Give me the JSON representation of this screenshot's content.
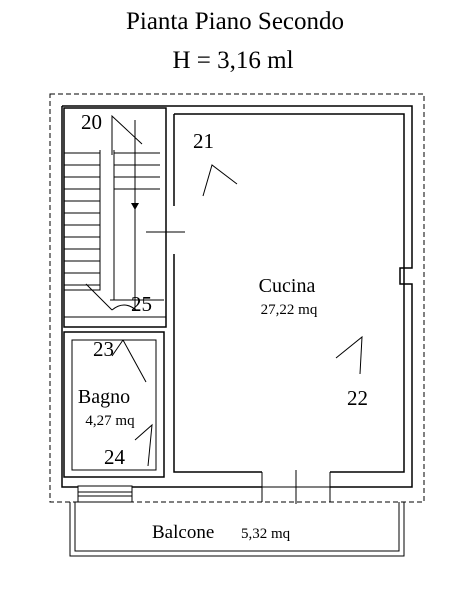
{
  "title": "Pianta Piano Secondo",
  "height_label": "H = 3,16 ml",
  "rooms": {
    "cucina": {
      "name": "Cucina",
      "area": "27,22 mq"
    },
    "bagno": {
      "name": "Bagno",
      "area": "4,27 mq"
    },
    "balcone": {
      "name": "Balcone",
      "area": "5,32 mq"
    }
  },
  "photo_points": [
    "20",
    "21",
    "22",
    "23",
    "24",
    "25"
  ]
}
